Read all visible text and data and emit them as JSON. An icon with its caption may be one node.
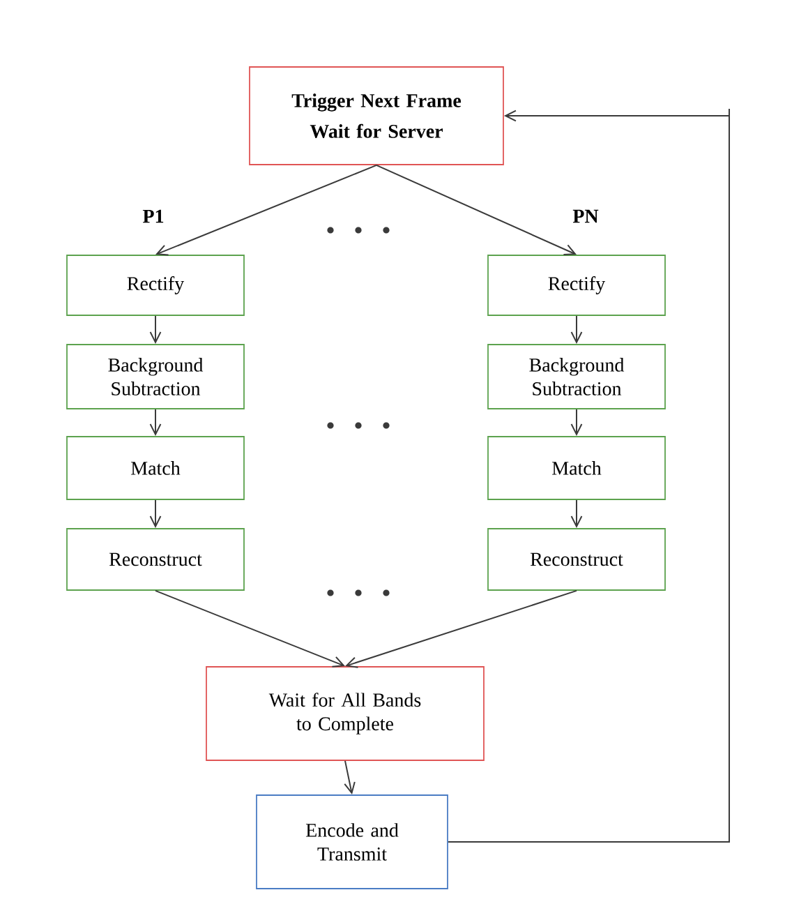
{
  "diagram": {
    "nodes": [
      {
        "text": [
          "Trigger Next Frame Wait for Server"
        ]
      },
      {
        "text": [
          "Rectify"
        ]
      },
      {
        "text": [
          "Background Subtraction"
        ]
      },
      {
        "text": [
          "Match"
        ]
      },
      {
        "text": [
          "Reconstruct"
        ]
      },
      {
        "text": [
          "Rectify"
        ]
      },
      {
        "text": [
          "Background Subtraction"
        ]
      },
      {
        "text": [
          "Match"
        ]
      },
      {
        "text": [
          "Reconstruct"
        ]
      },
      {
        "text": [
          "Wait for All Bands to Complete"
        ]
      },
      {
        "text": [
          "Encode and Transmit"
        ]
      }
    ],
    "edges": [
      {
        "from": 0,
        "to": 1,
        "arrow": "to",
        "label": "P1"
      },
      {
        "from": 0,
        "to": 5,
        "arrow": "to",
        "label": "PN"
      },
      {
        "from": 1,
        "to": 2,
        "arrow": "to"
      },
      {
        "from": 2,
        "to": 3,
        "arrow": "to"
      },
      {
        "from": 3,
        "to": 4,
        "arrow": "to"
      },
      {
        "from": 5,
        "to": 6,
        "arrow": "to"
      },
      {
        "from": 6,
        "to": 7,
        "arrow": "to"
      },
      {
        "from": 7,
        "to": 8,
        "arrow": "to"
      },
      {
        "from": 4,
        "to": 9,
        "arrow": "to"
      },
      {
        "from": 8,
        "to": 9,
        "arrow": "to"
      },
      {
        "from": 9,
        "to": 10,
        "arrow": "to"
      },
      {
        "from": 10,
        "to": 0,
        "arrow": "to"
      }
    ]
  }
}
